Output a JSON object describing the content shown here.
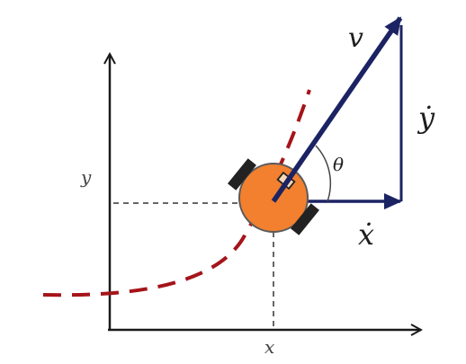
{
  "labels": {
    "axis_x": "x",
    "axis_y": "y",
    "velocity": "v",
    "theta": "θ",
    "x_dot": "ẋ",
    "y_dot": "ẏ"
  },
  "colors": {
    "axes": "#1a1a1a",
    "trajectory": "#a5141a",
    "robot_body": "#f2802f",
    "robot_outline": "#5a5a5a",
    "wheel": "#222222",
    "velocity_vector": "#1c2363",
    "guide_lines": "#333333"
  }
}
